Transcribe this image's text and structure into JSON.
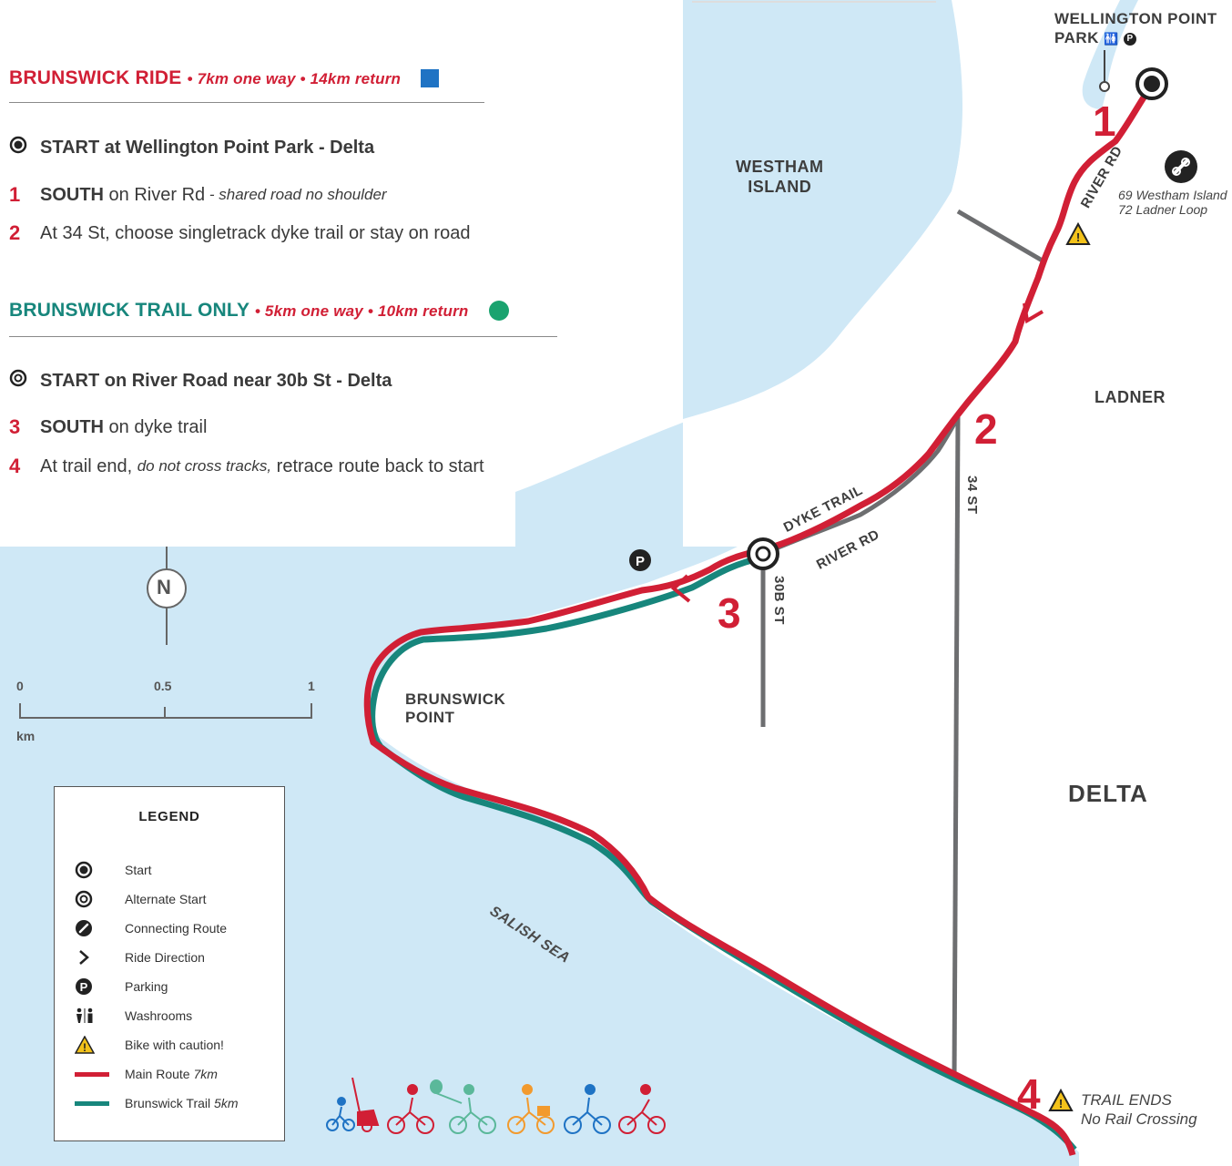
{
  "brunswick_ride": {
    "title": "BRUNSWICK RIDE",
    "subtitle": "7km one way • 14km return",
    "color": "#1f73c4",
    "start": {
      "text": "START at Wellington Point Park - Delta"
    },
    "steps": [
      {
        "num": "1",
        "bold": "SOUTH",
        "text": " on River Rd",
        "note": " - shared road no shoulder"
      },
      {
        "num": "2",
        "text": "At 34 St, choose singletrack dyke trail or stay on road"
      }
    ]
  },
  "brunswick_trail": {
    "title": "BRUNSWICK TRAIL ONLY",
    "subtitle": "5km one way • 10km return",
    "color": "#1aa36f",
    "start": {
      "text": "START on River Road near 30b St - Delta"
    },
    "steps": [
      {
        "num": "3",
        "bold": "SOUTH",
        "text": " on dyke trail"
      },
      {
        "num": "4",
        "text_a": "At trail end, ",
        "note": "do not cross tracks,",
        "text_b": " retrace route back to start"
      }
    ]
  },
  "map_labels": {
    "westham_line1": "WESTHAM",
    "westham_line2": "ISLAND",
    "ladner": "LADNER",
    "delta": "DELTA",
    "brunswick_line1": "BRUNSWICK",
    "brunswick_line2": "POINT",
    "salish_sea": "SALISH SEA",
    "wellington_line1": "WELLINGTON POINT",
    "wellington_line2": "PARK",
    "river_rd_upper": "RIVER RD",
    "river_rd_lower": "RIVER RD",
    "dyke_trail": "DYKE TRAIL",
    "st_34": "34 ST",
    "st_30b": "30B ST",
    "connecting_line1": "69 Westham Island",
    "connecting_line2": "72 Ladner Loop",
    "trail_ends_line1": "TRAIL ENDS",
    "trail_ends_line2": "No Rail Crossing"
  },
  "route_numbers": [
    "1",
    "2",
    "3",
    "4"
  ],
  "compass": {
    "letter": "N"
  },
  "scale": {
    "ticks": [
      "0",
      "0.5",
      "1"
    ],
    "unit": "km"
  },
  "legend": {
    "title": "LEGEND",
    "items": [
      {
        "icon": "start-icon",
        "label": "Start"
      },
      {
        "icon": "alternate-start-icon",
        "label": "Alternate Start"
      },
      {
        "icon": "connecting-route-icon",
        "label": "Connecting Route"
      },
      {
        "icon": "ride-direction-icon",
        "label": "Ride Direction"
      },
      {
        "icon": "parking-icon",
        "label": "Parking"
      },
      {
        "icon": "washrooms-icon",
        "label": "Washrooms"
      },
      {
        "icon": "caution-icon",
        "label": "Bike with caution!"
      },
      {
        "icon": "main-route-line-icon",
        "label": "Main Route ",
        "note": "7km"
      },
      {
        "icon": "trail-route-line-icon",
        "label": "Brunswick Trail ",
        "note": "5km"
      }
    ]
  },
  "colors": {
    "water": "#cfe8f6",
    "route_red": "#d11f35",
    "trail_teal": "#17867c",
    "road_gray": "#6d6e70",
    "text_dark": "#333333"
  }
}
